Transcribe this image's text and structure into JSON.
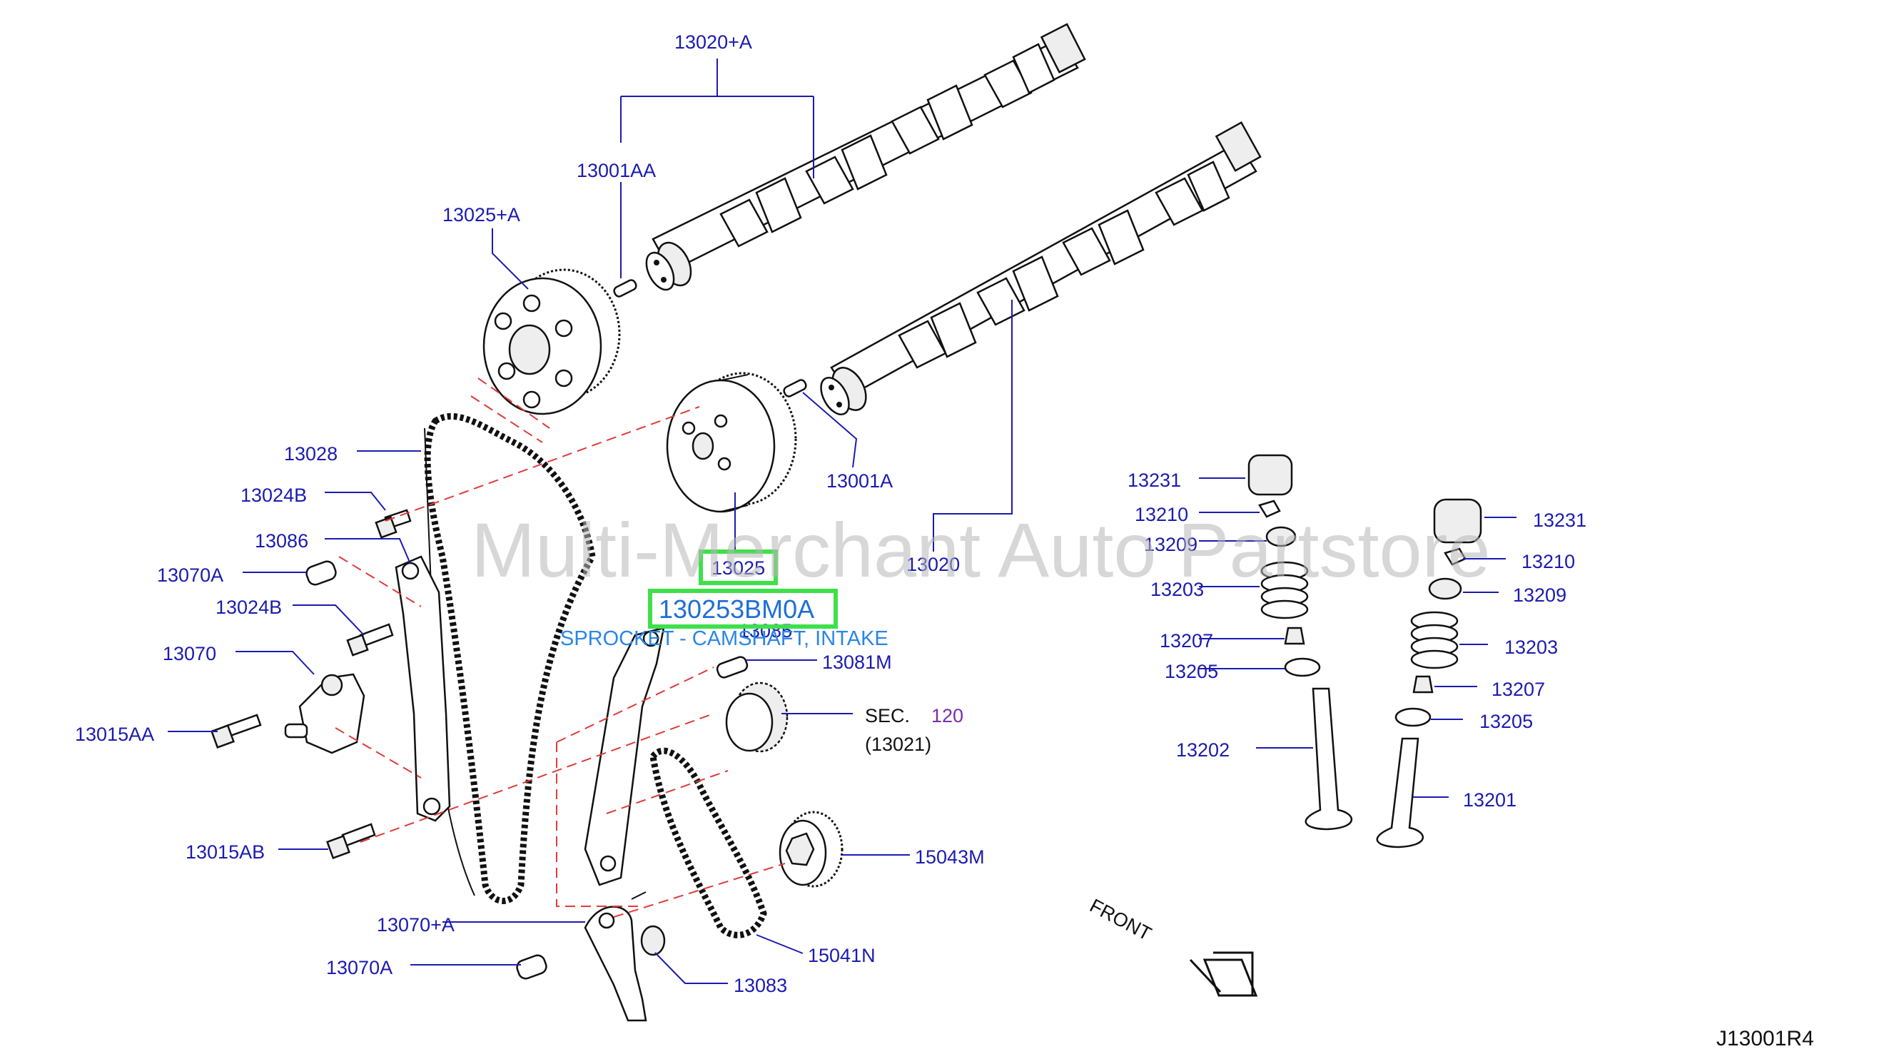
{
  "watermark": "Multi-Merchant Auto Partstore",
  "diagram_ref": "J13001R4",
  "selected": {
    "part_number": "130253BM0A",
    "description": "SPROCKET - CAMSHAFT, INTAKE",
    "highlight_color": "#3ee04a"
  },
  "labels": {
    "p13020_a": "13020+A",
    "p13001aa": "13001AA",
    "p13025_a": "13025+A",
    "p13028": "13028",
    "p13024b_1": "13024B",
    "p13086": "13086",
    "p13070a_1": "13070A",
    "p13024b_2": "13024B",
    "p13070": "13070",
    "p13015aa": "13015AA",
    "p13015ab": "13015AB",
    "p13070_a": "13070+A",
    "p13070a_2": "13070A",
    "p13083": "13083",
    "p15041n": "15041N",
    "p15043m": "15043M",
    "sec": "SEC.",
    "sec_num": "120",
    "p13021": "(13021)",
    "p13081m": "13081M",
    "p13085": "13085",
    "p13025": "13025",
    "p13001a": "13001A",
    "p13020": "13020",
    "p13231_1": "13231",
    "p13210_1": "13210",
    "p13209_1": "13209",
    "p13203_1": "13203",
    "p13207_1": "13207",
    "p13205_1": "13205",
    "p13202": "13202",
    "p13231_2": "13231",
    "p13210_2": "13210",
    "p13209_2": "13209",
    "p13203_2": "13203",
    "p13207_2": "13207",
    "p13205_2": "13205",
    "p13201": "13201",
    "front": "FRONT"
  },
  "colors": {
    "label": "#1b1bb0",
    "dashed_line": "#e23a3a",
    "sec_number": "#7a2ea8"
  },
  "icons": {
    "front_arrow": "front-arrow-icon"
  }
}
